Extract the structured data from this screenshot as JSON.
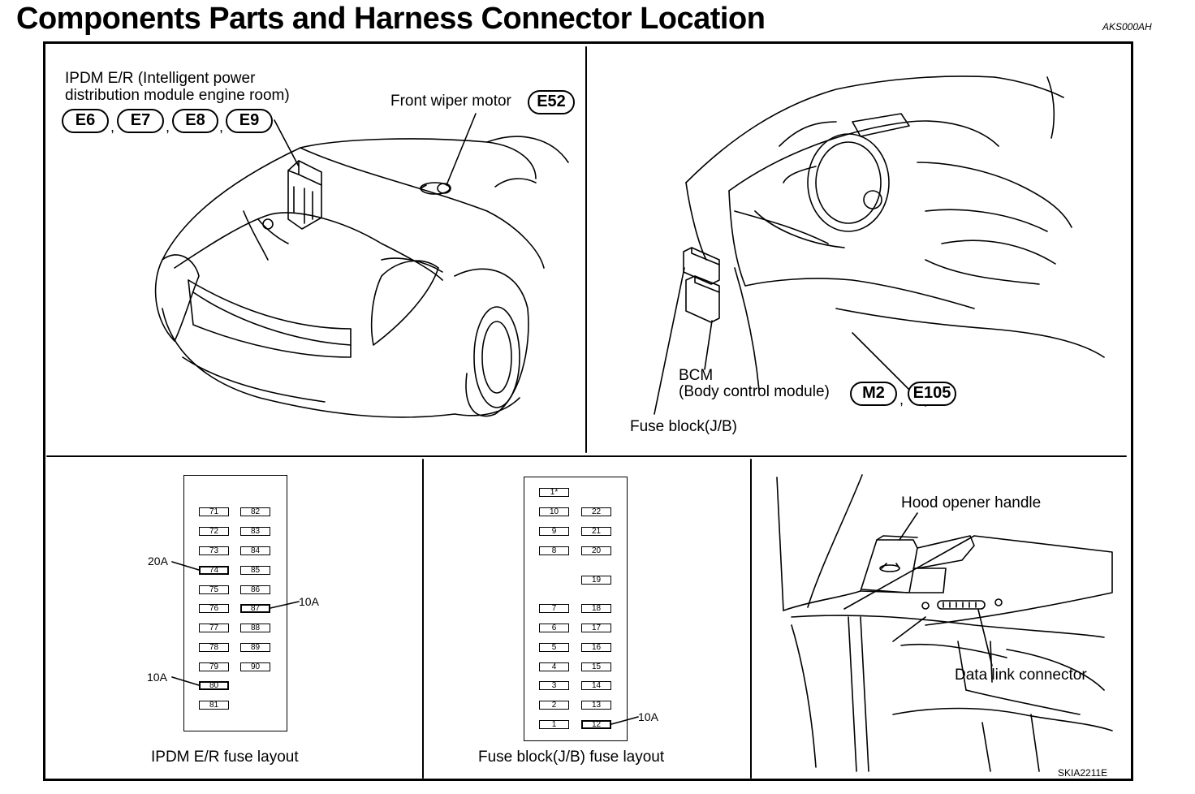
{
  "title": "Components Parts and Harness Connector Location",
  "figure_code_top": "AKS000AH",
  "figure_code_bottom": "SKIA2211E",
  "engine_panel": {
    "ipdm_label_line1": "IPDM E/R (Intelligent power",
    "ipdm_label_line2": "distribution module engine room)",
    "ipdm_connectors": [
      "E6",
      "E7",
      "E8",
      "E9"
    ],
    "wiper_label": "Front wiper motor",
    "wiper_connector": "E52"
  },
  "dash_panel": {
    "bcm_label_line1": "BCM",
    "bcm_label_line2": "(Body control module)",
    "bcm_connectors": [
      "M2",
      "E105"
    ],
    "fuse_block_label": "Fuse block(J/B)"
  },
  "ipdm_fuse_layout": {
    "caption": "IPDM E/R fuse layout",
    "left_column": [
      "71",
      "72",
      "73",
      "74",
      "75",
      "76",
      "77",
      "78",
      "79",
      "80",
      "81"
    ],
    "right_column": [
      "82",
      "83",
      "84",
      "85",
      "86",
      "87",
      "88",
      "89",
      "90"
    ],
    "callout_74": "20A",
    "callout_87": "10A",
    "callout_80": "10A"
  },
  "jb_fuse_layout": {
    "caption": "Fuse block(J/B) fuse layout",
    "top_fuse": "1*",
    "left_column": [
      "10",
      "9",
      "8",
      "7",
      "6",
      "5",
      "4",
      "3",
      "2",
      "1"
    ],
    "right_column": [
      "22",
      "21",
      "20",
      "19",
      "18",
      "17",
      "16",
      "15",
      "14",
      "13",
      "12"
    ],
    "callout_12": "10A"
  },
  "kick_panel": {
    "hood_label": "Hood opener handle",
    "dlc_label": "Data link connector"
  }
}
